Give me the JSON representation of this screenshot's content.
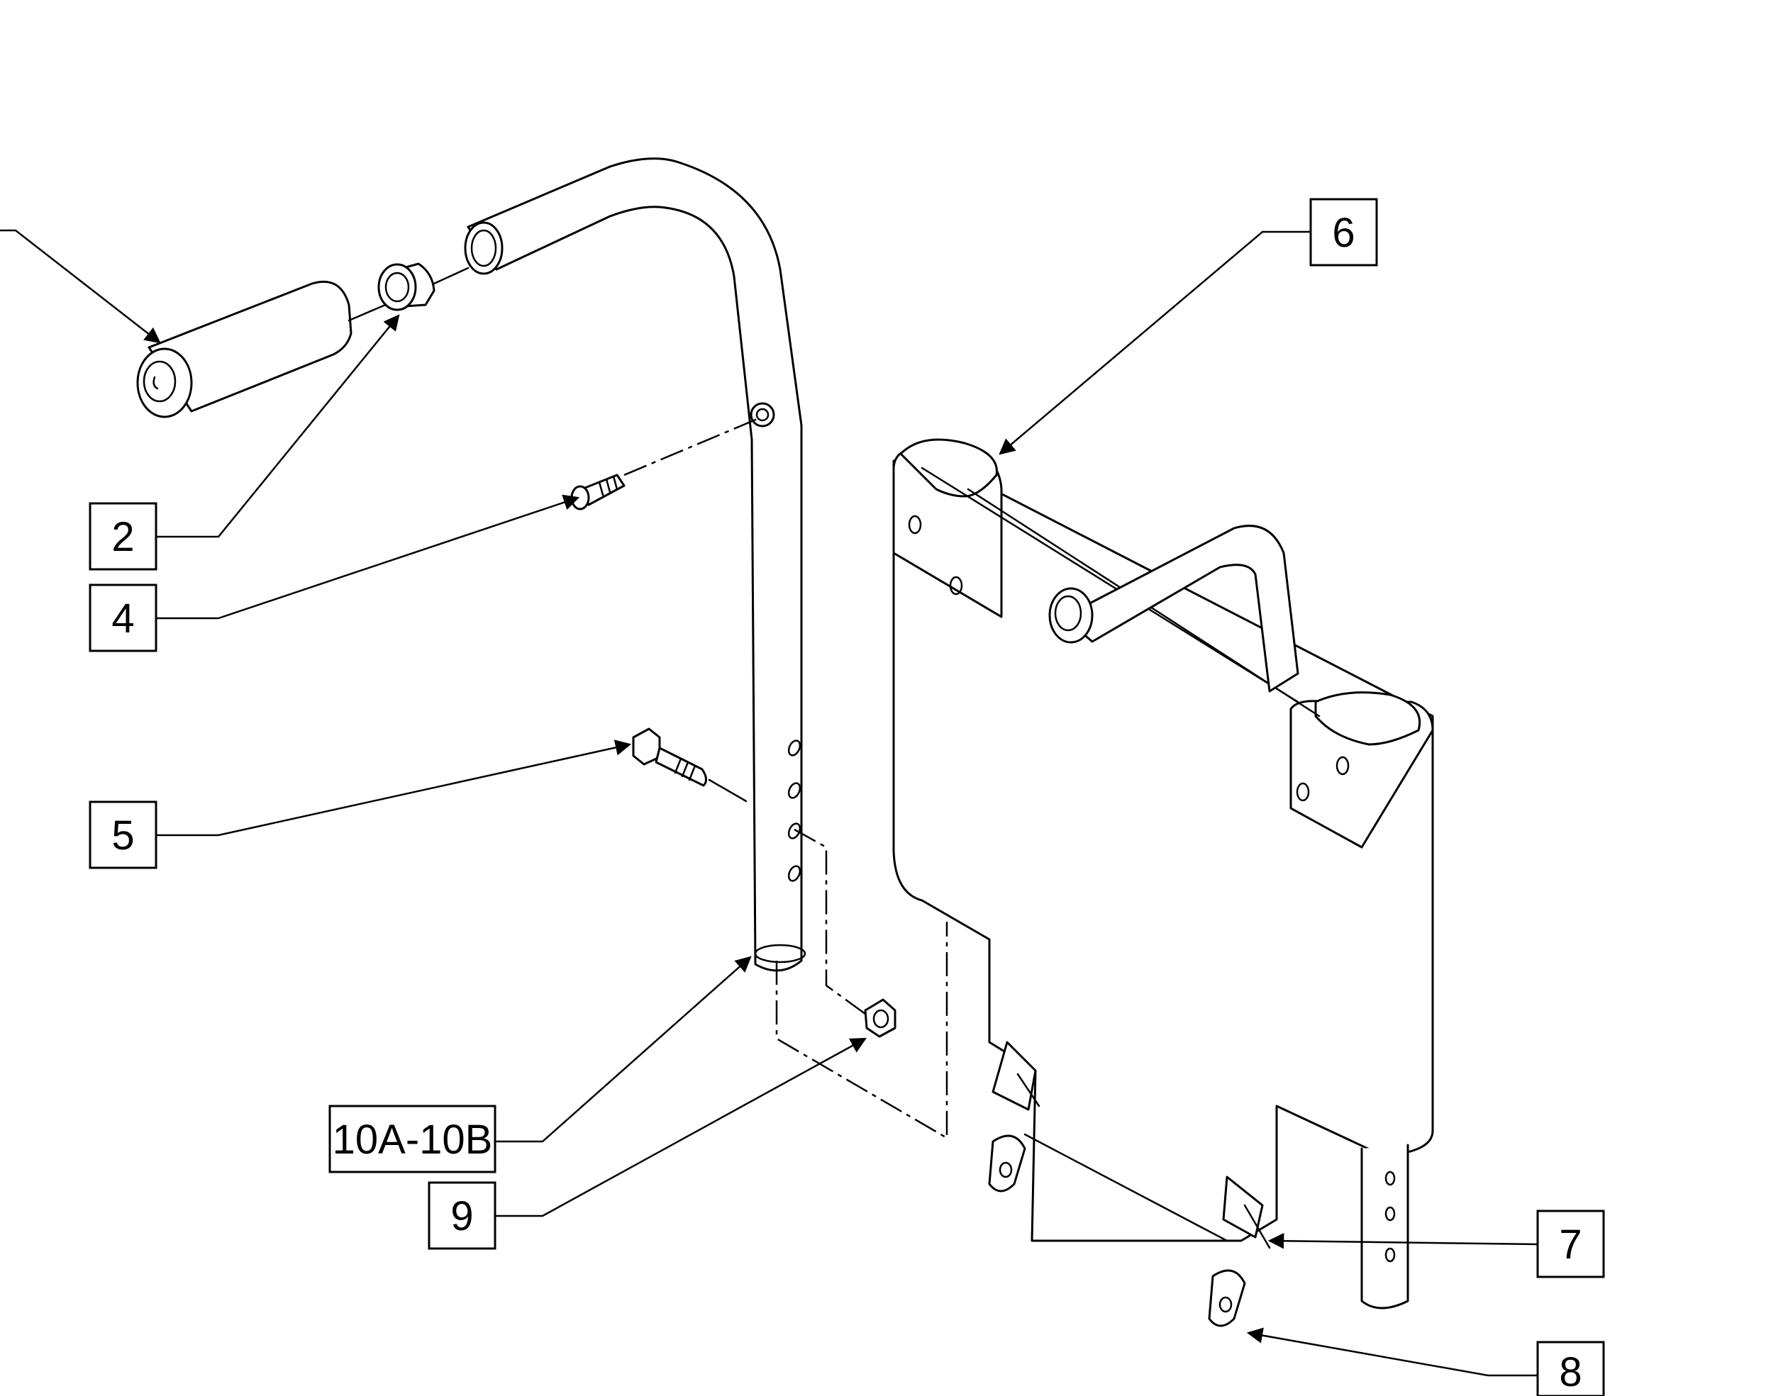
{
  "callouts": [
    {
      "id": "callout-2",
      "label": "2"
    },
    {
      "id": "callout-4",
      "label": "4"
    },
    {
      "id": "callout-5",
      "label": "5"
    },
    {
      "id": "callout-6",
      "label": "6"
    },
    {
      "id": "callout-7",
      "label": "7"
    },
    {
      "id": "callout-8",
      "label": "8"
    },
    {
      "id": "callout-9",
      "label": "9"
    },
    {
      "id": "callout-10",
      "label": "10A-10B"
    }
  ],
  "parts": [
    "grip",
    "end-plug",
    "push-handle-tube",
    "screw",
    "bolt",
    "nut",
    "back-upholstery",
    "clip",
    "bracket"
  ]
}
